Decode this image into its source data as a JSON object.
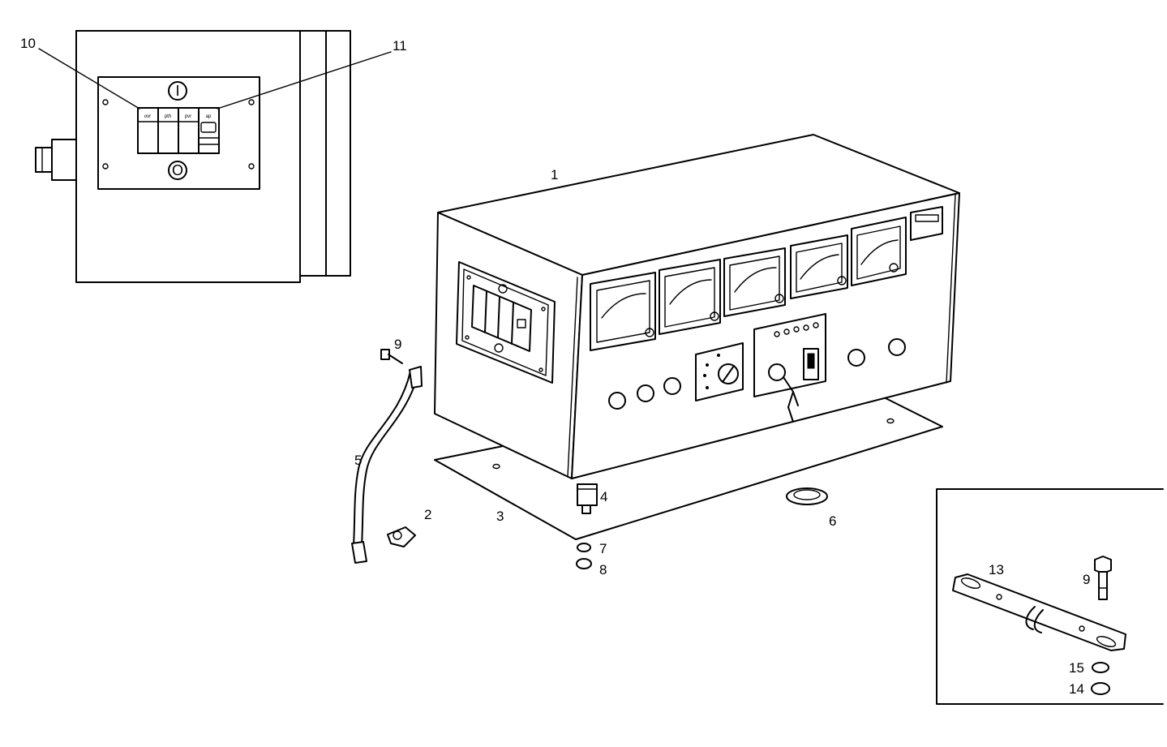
{
  "callouts": {
    "c1": "1",
    "c2": "2",
    "c3": "3",
    "c4": "4",
    "c5": "5",
    "c6": "6",
    "c7": "7",
    "c8": "8",
    "c9a": "9",
    "c9b": "9",
    "c10": "10",
    "c11": "11",
    "c13": "13",
    "c14": "14",
    "c15": "15"
  },
  "switch_symbols": {
    "on": "I",
    "off": "O"
  },
  "breaker_marks": [
    "ovr",
    "pth",
    "pvr",
    "ap"
  ]
}
